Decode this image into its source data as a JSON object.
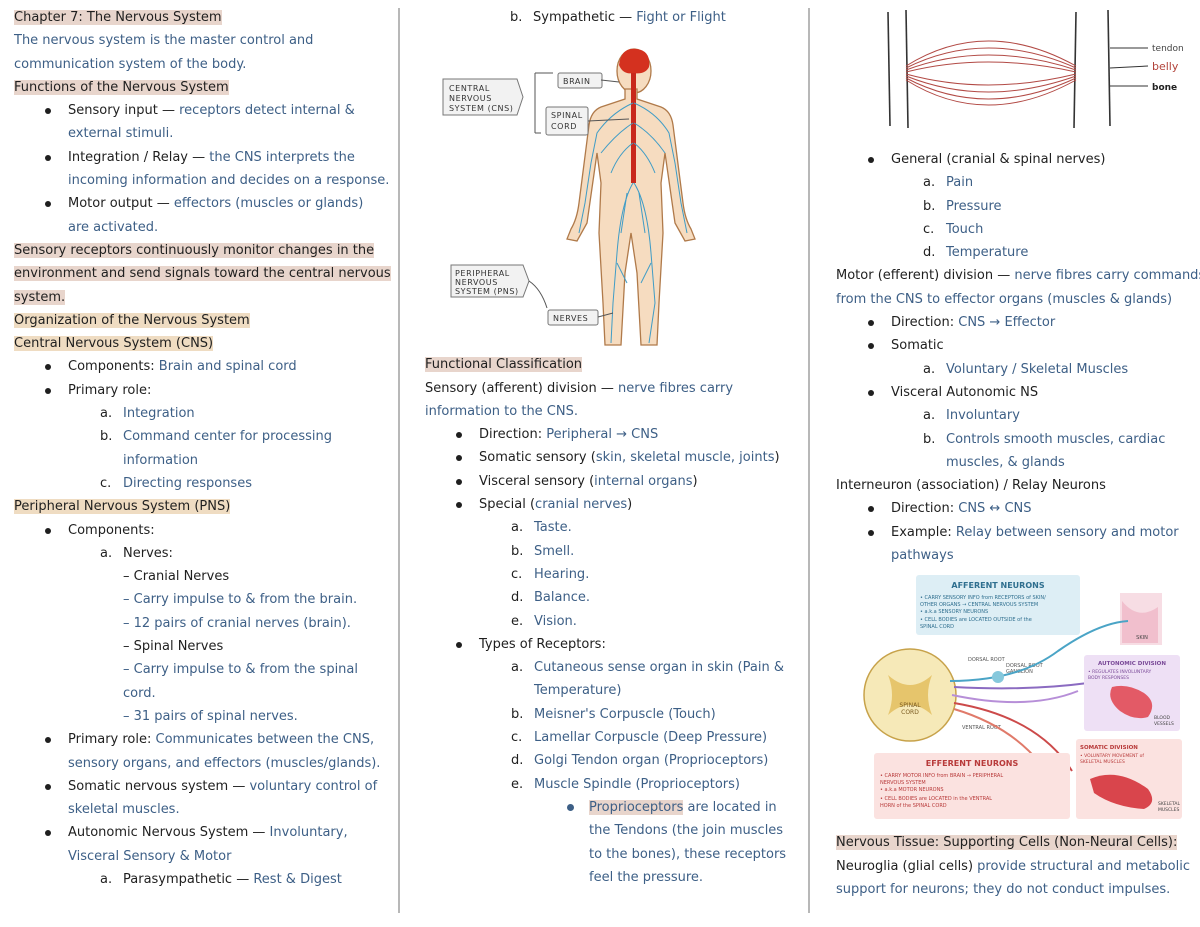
{
  "col1": {
    "chapter_title": "Chapter 7: The Nervous System",
    "intro": [
      "The nervous system is the master control and",
      "communication system of the body."
    ],
    "functions_heading": "Functions of the Nervous System",
    "functions": [
      {
        "label": "Sensory input —",
        "text": [
          "receptors detect internal &",
          "external stimuli."
        ]
      },
      {
        "label": "Integration / Relay —",
        "text": [
          "the CNS interprets the",
          "incoming information and decides on a response."
        ]
      },
      {
        "label": "Motor output —",
        "text": [
          "effectors (muscles or glands)",
          "are activated."
        ]
      }
    ],
    "receptors_note": [
      "Sensory receptors continuously monitor changes in the",
      "environment and send signals toward the central nervous",
      "system."
    ],
    "org_heading": "Organization of the Nervous System",
    "cns_heading": "Central Nervous System (CNS)",
    "cns_components_label": "Components:",
    "cns_components": "Brain and spinal cord",
    "cns_role_label": "Primary role:",
    "cns_roles": [
      {
        "mark": "a.",
        "text": [
          "Integration"
        ]
      },
      {
        "mark": "b.",
        "text": [
          "Command center for processing",
          "information"
        ]
      },
      {
        "mark": "c.",
        "text": [
          "Directing responses"
        ]
      }
    ],
    "pns_heading": "Peripheral Nervous System (PNS)",
    "pns_components_label": "Components:",
    "pns_nerves_mark": "a.",
    "pns_nerves_label": "Nerves:",
    "cranial_label": "– Cranial Nerves",
    "cranial_details": [
      "– Carry impulse to & from the brain.",
      "– 12 pairs of cranial nerves (brain)."
    ],
    "spinal_label": "– Spinal Nerves",
    "spinal_details": [
      "– Carry impulse to & from the spinal",
      "cord.",
      "– 31 pairs of spinal nerves."
    ],
    "pns_role_label": "Primary role:",
    "pns_role": [
      "Communicates between the CNS,",
      "sensory organs, and effectors (muscles/glands)."
    ],
    "somatic_label": "Somatic nervous system —",
    "somatic_text": [
      "voluntary control of",
      "skeletal muscles."
    ],
    "autonomic_label": "Autonomic Nervous System —",
    "autonomic_text": [
      "Involuntary,",
      "Visceral Sensory & Motor"
    ],
    "para_mark": "a.",
    "para_label": "Parasympathetic —",
    "para_text": "Rest & Digest"
  },
  "col2": {
    "symp_mark": "b.",
    "symp_label": "Sympathetic —",
    "symp_text": "Fight or Flight",
    "figure_labels": {
      "cns": [
        "CENTRAL",
        "NERVOUS",
        "SYSTEM (CNS)"
      ],
      "brain": "BRAIN",
      "spinal": [
        "SPINAL",
        "CORD"
      ],
      "pns": [
        "PERIPHERAL",
        "NERVOUS",
        "SYSTEM (PNS)"
      ],
      "nerves": "NERVES"
    },
    "func_heading": "Functional Classification",
    "sensory_label": "Sensory (afferent) division —",
    "sensory_text": [
      "nerve fibres carry",
      "information to the CNS."
    ],
    "direction_label": "Direction:",
    "direction_text": "Peripheral → CNS",
    "somatic_sensory_label": "Somatic sensory (",
    "somatic_sensory_text": "skin, skeletal muscle, joints",
    "visceral_sensory_label": "Visceral sensory (",
    "visceral_sensory_text": "internal organs",
    "special_label": "Special (",
    "special_text": "cranial nerves",
    "close_paren": ")",
    "special_list": [
      {
        "mark": "a.",
        "text": "Taste."
      },
      {
        "mark": "b.",
        "text": "Smell."
      },
      {
        "mark": "c.",
        "text": "Hearing."
      },
      {
        "mark": "d.",
        "text": "Balance."
      },
      {
        "mark": "e.",
        "text": "Vision."
      }
    ],
    "receptor_types_label": "Types of Receptors:",
    "receptor_types": [
      {
        "mark": "a.",
        "text": [
          "Cutaneous sense organ in skin (Pain &",
          "Temperature)"
        ]
      },
      {
        "mark": "b.",
        "text": [
          "Meisner's Corpuscle (Touch)"
        ]
      },
      {
        "mark": "c.",
        "text": [
          "Lamellar Corpuscle (Deep Pressure)"
        ]
      },
      {
        "mark": "d.",
        "text": [
          "Golgi Tendon organ (Proprioceptors)"
        ]
      },
      {
        "mark": "e.",
        "text": [
          "Muscle Spindle (Proprioceptors)"
        ]
      }
    ],
    "proprio_word": "Proprioceptors",
    "proprio_text": [
      "are located in",
      "the Tendons (the join muscles",
      "to the bones), these receptors",
      "feel the pressure."
    ]
  },
  "col3": {
    "fig_labels": {
      "tendon": "tendon",
      "belly": "belly",
      "bone": "bone"
    },
    "general_label": "General (cranial & spinal nerves)",
    "general_list": [
      {
        "mark": "a.",
        "text": "Pain"
      },
      {
        "mark": "b.",
        "text": "Pressure"
      },
      {
        "mark": "c.",
        "text": "Touch"
      },
      {
        "mark": "d.",
        "text": "Temperature"
      }
    ],
    "motor_label": "Motor (efferent) division —",
    "motor_text": [
      "nerve fibres carry commands",
      "from the CNS to effector organs (muscles & glands)"
    ],
    "motor_direction_label": "Direction:",
    "motor_direction_text": "CNS → Effector",
    "somatic_label": "Somatic",
    "somatic_list": [
      {
        "mark": "a.",
        "text": "Voluntary / Skeletal Muscles"
      }
    ],
    "visceral_label": "Visceral Autonomic NS",
    "visceral_list": [
      {
        "mark": "a.",
        "text": [
          "Involuntary"
        ]
      },
      {
        "mark": "b.",
        "text": [
          "Controls smooth muscles, cardiac",
          "muscles, & glands"
        ]
      }
    ],
    "inter_label": "Interneuron (association) / Relay Neurons",
    "inter_direction_label": "Direction:",
    "inter_direction_text": "CNS ↔ CNS",
    "inter_example_label": "Example:",
    "inter_example_text": [
      "Relay between sensory and motor",
      "pathways"
    ],
    "diagram": {
      "afferent_title": "AFFERENT NEURONS",
      "afferent_lines": [
        "• CARRY SENSORY INFO from RECEPTORS of SKIN/",
        "OTHER ORGANS → CENTRAL NERVOUS SYSTEM",
        "• a.k.a SENSORY NEURONS",
        "• CELL BODIES are LOCATED OUTSIDE of the",
        "SPINAL CORD"
      ],
      "skin": "SKIN",
      "dorsal_root": "DORSAL ROOT",
      "dorsal_ganglion": [
        "DORSAL ROOT",
        "GANGLION"
      ],
      "spinal_cord": [
        "SPINAL",
        "CORD"
      ],
      "ventral_root": "VENTRAL ROOT",
      "autonomic_title": "AUTONOMIC DIVISION",
      "autonomic_lines": [
        "• REGULATES INVOLUNTARY",
        "BODY RESPONSES"
      ],
      "blood_vessels": [
        "BLOOD",
        "VESSELS"
      ],
      "efferent_title": "EFFERENT NEURONS",
      "efferent_lines": [
        "• CARRY MOTOR INFO from BRAIN → PERIPHERAL",
        "NERVOUS SYSTEM",
        "• a.k.a MOTOR NEURONS",
        "• CELL BODIES are LOCATED in the VENTRAL",
        "HORN of the SPINAL CORD"
      ],
      "somatic_title": "SOMATIC DIVISION",
      "somatic_lines": [
        "• VOLUNTARY MOVEMENT of",
        "SKELETAL MUSCLES"
      ],
      "skeletal": [
        "SKELETAL",
        "MUSCLES"
      ]
    },
    "tissue_heading": "Nervous Tissue: Supporting Cells (Non-Neural Cells):",
    "neuroglia_label": "Neuroglia (glial cells)",
    "neuroglia_text": [
      "provide structural and metabolic",
      "support for neurons; they do not conduct impulses."
    ]
  }
}
